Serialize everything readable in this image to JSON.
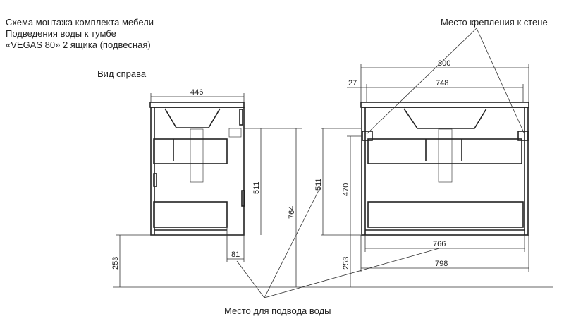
{
  "title": {
    "line1": "Схема монтажа комплекта мебели",
    "line2": "Подведения воды к тумбе",
    "line3": "«VEGAS 80» 2 ящика (подвесная)"
  },
  "side_view_label": "Вид справа",
  "callouts": {
    "wall_mount": "Место крепления к стене",
    "water_supply": "Место для подвода воды"
  },
  "dimensions": {
    "side_width": "446",
    "side_height_body": "511",
    "total_height": "764",
    "side_height_body_2": "511",
    "floor_gap_side": "253",
    "pipe_offset": "81",
    "front_width": "800",
    "front_inset": "27",
    "front_mount_span": "748",
    "front_body_height": "470",
    "floor_gap_front": "253",
    "front_inner_width": "766",
    "front_body_width": "798"
  }
}
